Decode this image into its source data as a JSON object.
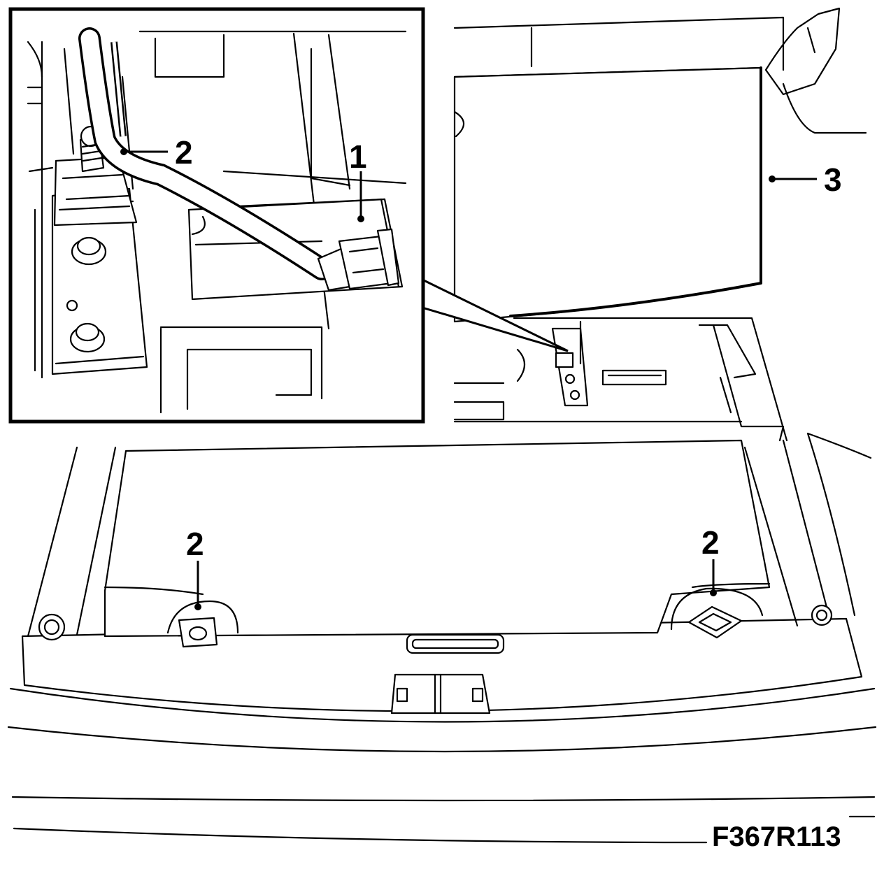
{
  "diagram": {
    "figure_id": "F367R113",
    "callouts": [
      {
        "id": "callout-1",
        "label": "1"
      },
      {
        "id": "callout-2-inset",
        "label": "2"
      },
      {
        "id": "callout-3",
        "label": "3"
      },
      {
        "id": "callout-2-left",
        "label": "2"
      },
      {
        "id": "callout-2-right",
        "label": "2"
      }
    ]
  }
}
